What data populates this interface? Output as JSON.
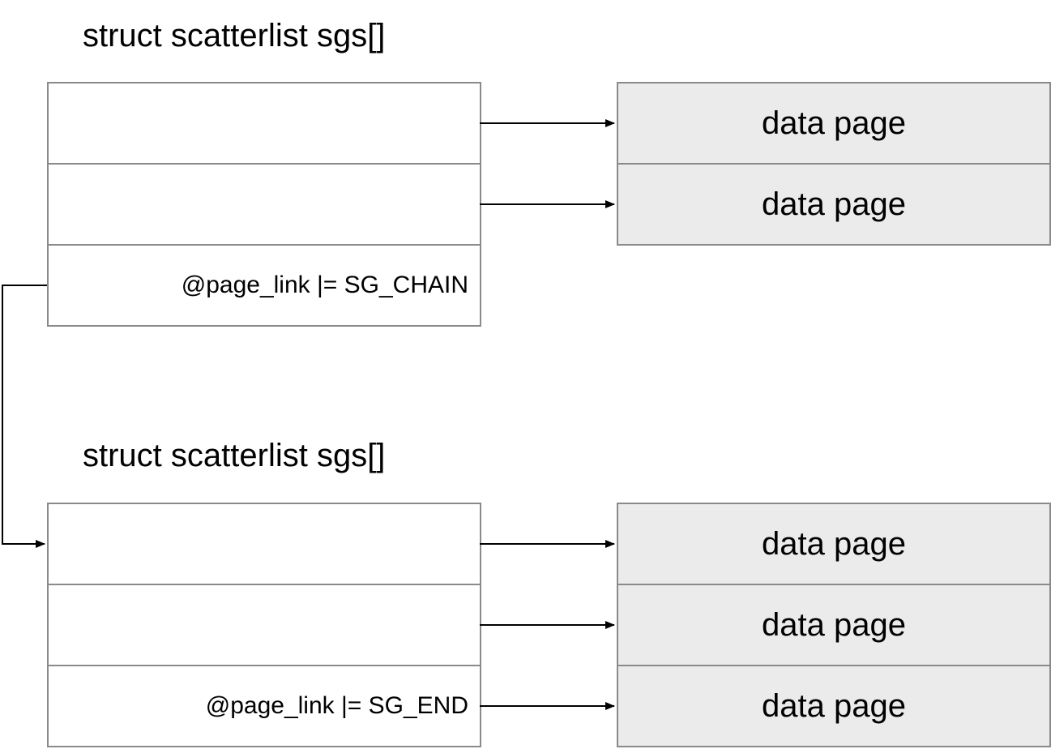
{
  "top_array": {
    "title": "struct scatterlist sgs[]",
    "entries": [
      "",
      "",
      "@page_link |= SG_CHAIN"
    ],
    "pages": [
      "data page",
      "data page"
    ]
  },
  "bottom_array": {
    "title": "struct scatterlist sgs[]",
    "entries": [
      "",
      "",
      "@page_link |= SG_END"
    ],
    "pages": [
      "data page",
      "data page",
      "data page"
    ]
  },
  "colors": {
    "border": "#8a8a8a",
    "page_fill": "#ebebeb",
    "arrow": "#000000"
  }
}
